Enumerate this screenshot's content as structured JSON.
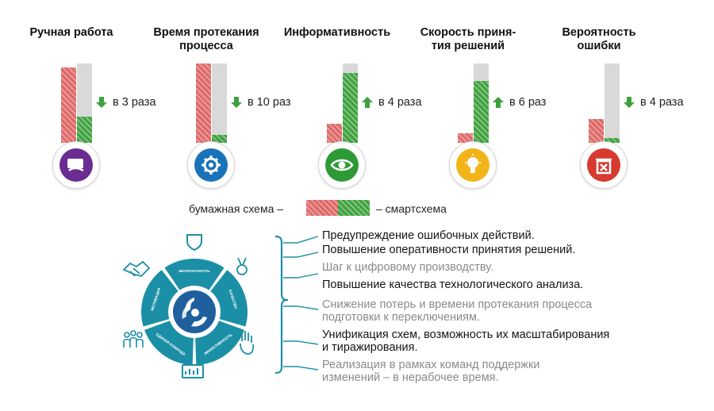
{
  "metrics": [
    {
      "title": "Ручная работа",
      "change": "в 3 раза",
      "direction": "down",
      "paper_fraction": 0.95,
      "smart_fraction": 0.33,
      "icon": "hand-money-icon",
      "icon_color": "#6a2c91"
    },
    {
      "title": "Время протекания\nпроцесса",
      "change": "в 10 раз",
      "direction": "down",
      "paper_fraction": 1.0,
      "smart_fraction": 0.1,
      "icon": "gears-icon",
      "icon_color": "#1a72b9"
    },
    {
      "title": "Информативность",
      "change": "в 4 раза",
      "direction": "up",
      "paper_fraction": 0.24,
      "smart_fraction": 0.88,
      "icon": "eye-icon",
      "icon_color": "#2e9a35"
    },
    {
      "title": "Скорость приня-\nтия решений",
      "change": "в 6 раз",
      "direction": "up",
      "paper_fraction": 0.12,
      "smart_fraction": 0.78,
      "icon": "lightbulb-icon",
      "icon_color": "#f2b418"
    },
    {
      "title": "Вероятность\nошибки",
      "change": "в 4 раза",
      "direction": "down",
      "paper_fraction": 0.3,
      "smart_fraction": 0.06,
      "icon": "trash-bin-icon",
      "icon_color": "#d73a30"
    }
  ],
  "legend": {
    "paper": "бумажная схема –",
    "smart": "– смартсхема"
  },
  "wheel": {
    "segments": [
      "БЕЗОПАСНОСТЬ",
      "КАЧЕСТВО",
      "ЭФФЕКТИВНОСТЬ",
      "ЕДИНАЯ КОМАНДА",
      "МОТИВАЦИЯ"
    ],
    "icons": [
      "shield-icon",
      "medal-icon",
      "hand-stop-icon",
      "chart-icon",
      "team-icon",
      "handshake-icon"
    ],
    "color": "#1b8fa6"
  },
  "benefits": [
    {
      "text": "Предупреждение ошибочных действий.",
      "style": "dark"
    },
    {
      "text": "Повышение оперативности принятия решений.",
      "style": "dark"
    },
    {
      "text": "Шаг к цифровому производству.",
      "style": "gray"
    },
    {
      "text": "Повышение качества технологического анализа.",
      "style": "dark"
    },
    {
      "text": "Снижение потерь и времени протекания процесса\nподготовки к переключениям.",
      "style": "gray"
    },
    {
      "text": "Унификация схем, возможность их масштабирования\nи тиражирования.",
      "style": "dark"
    },
    {
      "text": "Реализация в рамках команд поддержки\nизменений – в нерабочее время.",
      "style": "gray"
    }
  ]
}
